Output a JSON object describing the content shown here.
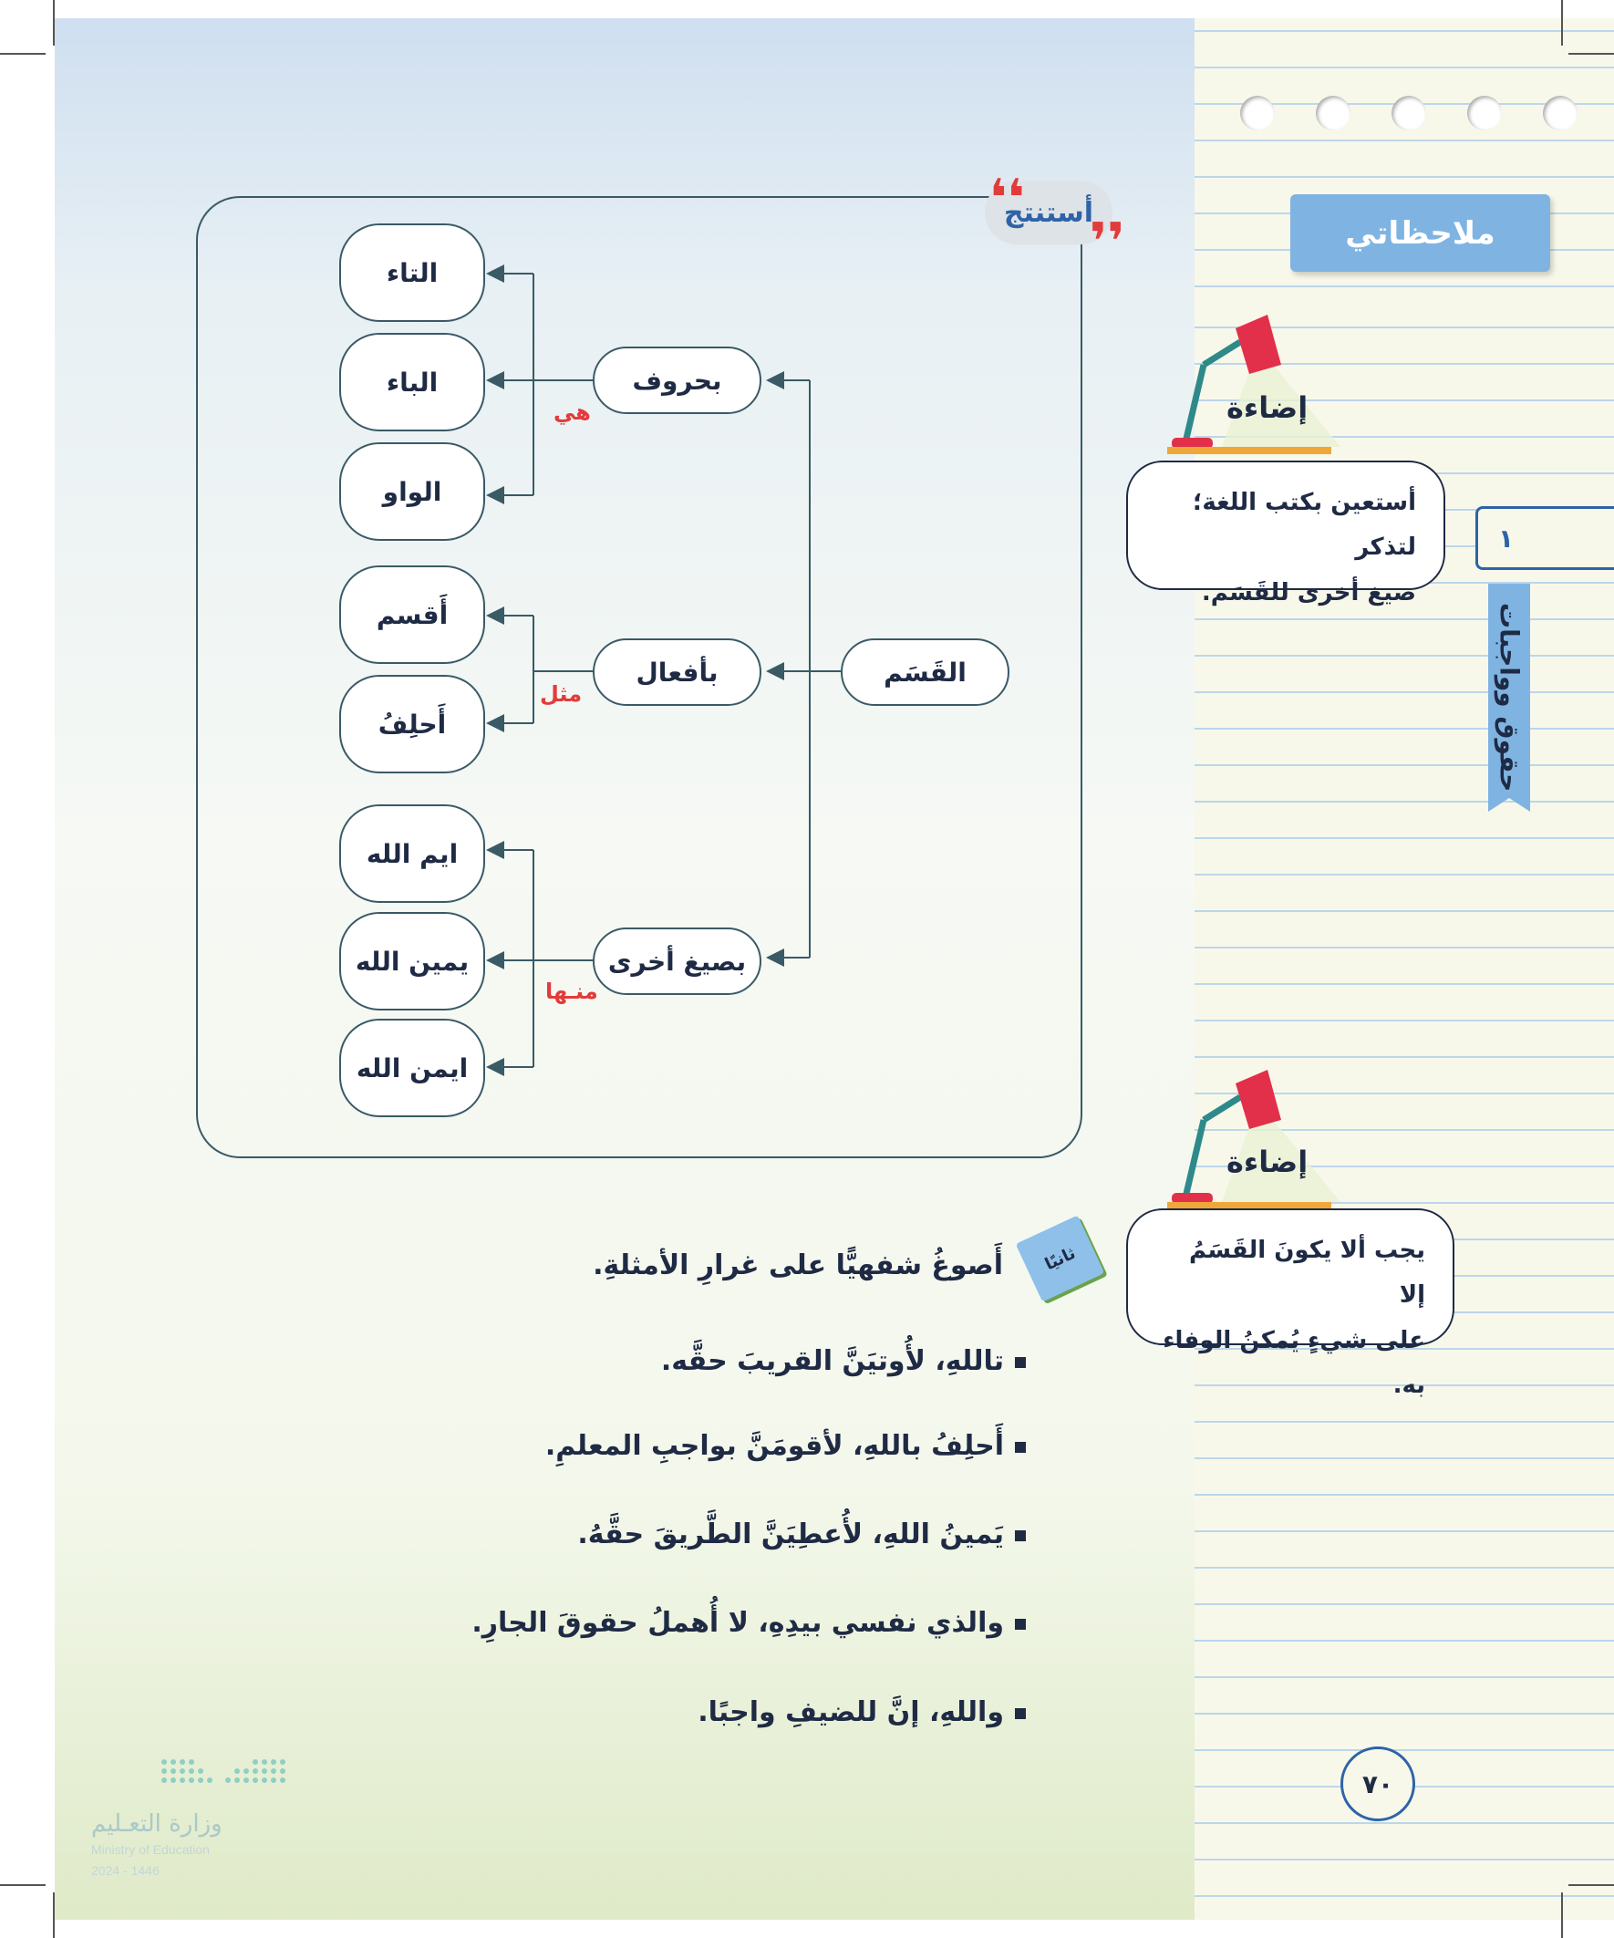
{
  "sidebar": {
    "notes_title": "ملاحظاتي",
    "tip_label": "إضاءة",
    "tip1": {
      "line1": "أستعين بكتب اللغة؛ لتذكر",
      "line2": "صيغ أخرى للقَسَم."
    },
    "tip2": {
      "line1": "يجب ألا يكونَ القَسَمُ إلا",
      "line2": "على شيءٍ يُمكنُ الوفاء به."
    },
    "chapter_number": "١",
    "chapter_title": "حقوق وواجبات",
    "page_number": "٧٠"
  },
  "diagram": {
    "badge": "أستنتج",
    "root": "القَسَم",
    "branches": {
      "letters": {
        "label": "بحروف",
        "connector": "هي",
        "items": [
          "التاء",
          "الباء",
          "الواو"
        ]
      },
      "verbs": {
        "label": "بأفعال",
        "connector": "مثل",
        "items": [
          "أَقسم",
          "أَحلِفُ"
        ]
      },
      "other": {
        "label": "بصيغ أخرى",
        "connector": "منـها",
        "items": [
          "ايم الله",
          "يمين الله",
          "ايمن الله"
        ]
      }
    }
  },
  "exercise": {
    "badge": "ثانيًا",
    "heading": "أَصوغُ شفهيًّا على غرارِ الأمثلةِ.",
    "examples": [
      "تاللهِ، لأُوتيَنَّ القريبَ حقَّه.",
      "أَحلِفُ باللهِ، لأقومَنَّ بواجبِ المعلمِ.",
      "يَمينُ اللهِ، لأُعطِيَنَّ الطَّريقَ حقَّهُ.",
      "والذي نفسي بيدِهِ، لا أُهملُ حقوقَ الجارِ.",
      "واللهِ، إنَّ للضيفِ واجبًا."
    ]
  },
  "footer": {
    "ministry_ar": "وزارة التعـليم",
    "ministry_en": "Ministry of Education",
    "year": "2024 - 1446"
  },
  "colors": {
    "accent_blue": "#2e63a8",
    "label_red": "#e23b3b",
    "note_header": "#7fb4e2",
    "text_dark": "#1f2a44"
  }
}
